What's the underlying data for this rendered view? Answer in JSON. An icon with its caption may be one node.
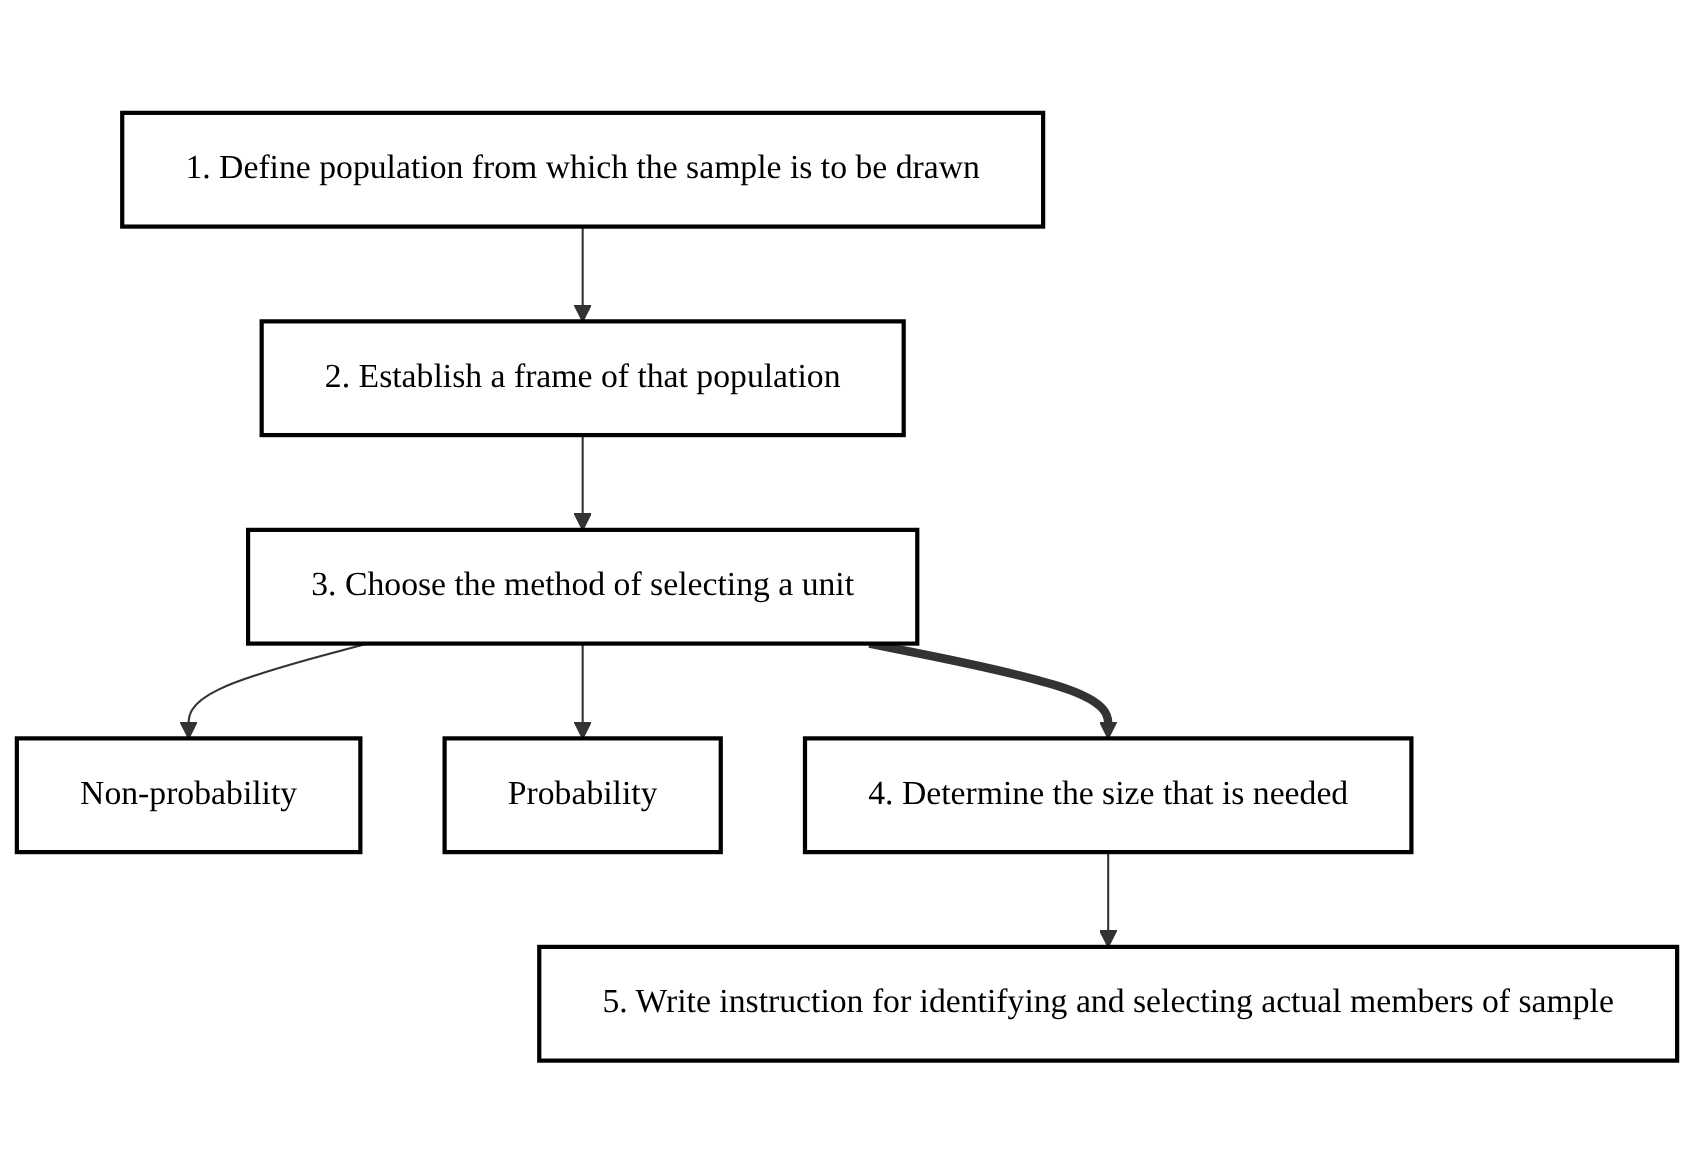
{
  "diagram": {
    "nodes": [
      {
        "text": [
          "1. Define population from which the sample is to be drawn"
        ]
      },
      {
        "text": [
          "2. Establish a frame of that population"
        ]
      },
      {
        "text": [
          "3. Choose the method of selecting a unit"
        ]
      },
      {
        "text": [
          "Non-probability"
        ]
      },
      {
        "text": [
          "Probability"
        ]
      },
      {
        "text": [
          "4. Determine the size that is needed"
        ]
      },
      {
        "text": [
          "5. Write instruction for identifying and selecting actual members of sample"
        ]
      }
    ],
    "edges": [
      {
        "from": 0,
        "to": 1,
        "arrow": "to"
      },
      {
        "from": 1,
        "to": 2,
        "arrow": "to"
      },
      {
        "from": 2,
        "to": 3,
        "arrow": "to"
      },
      {
        "from": 2,
        "to": 4,
        "arrow": "to"
      },
      {
        "from": 2,
        "to": 5,
        "arrow": "to",
        "style": "thick"
      },
      {
        "from": 5,
        "to": 6,
        "arrow": "to"
      }
    ]
  }
}
